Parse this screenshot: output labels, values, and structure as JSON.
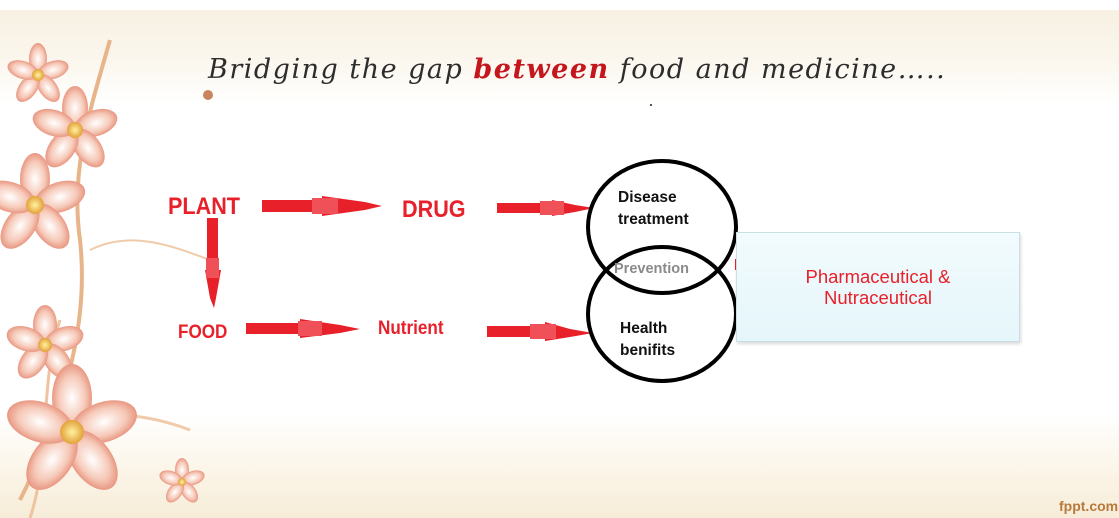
{
  "title": {
    "part1": "Bridging the gap ",
    "accent": "between",
    "part2": " food and medicine….."
  },
  "nodes": {
    "plant": "PLANT",
    "drug": "DRUG",
    "food": "FOOD",
    "nutrient": "Nutrient"
  },
  "circles": {
    "top_line1": "Disease",
    "top_line2": "treatment",
    "overlap": "Prevention",
    "bottom_line1": "Health",
    "bottom_line2": "benifits"
  },
  "box": {
    "line1": "Pharmaceutical &",
    "line2": "Nutraceutical"
  },
  "footer": "fppt.com",
  "colors": {
    "arrow": "#e8202a",
    "accent": "#c4161c",
    "circle": "#000000",
    "box_bg": "#e9f7fb"
  }
}
